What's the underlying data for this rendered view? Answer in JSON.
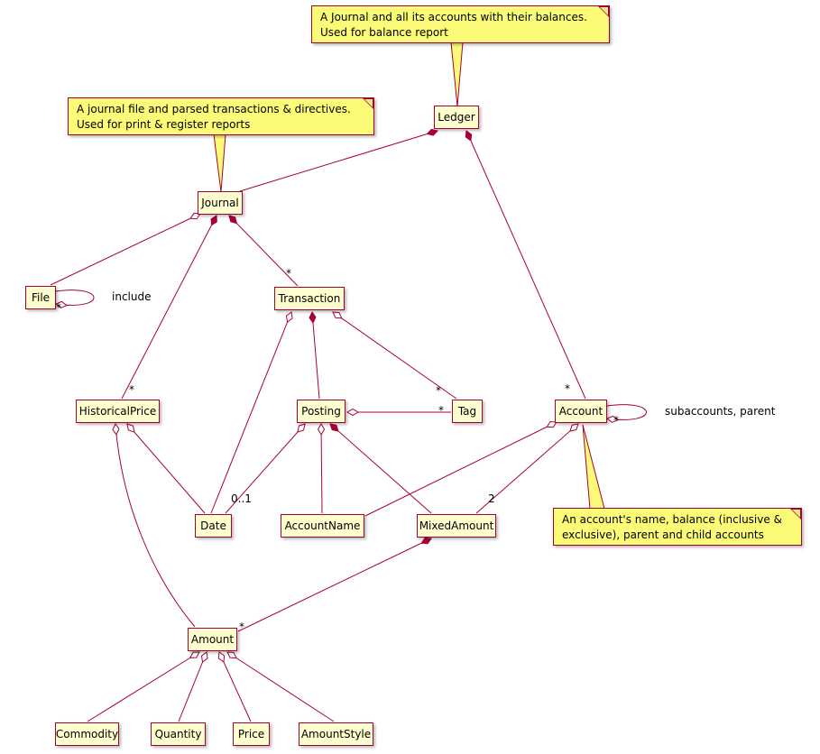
{
  "diagram": {
    "type": "uml-class-diagram",
    "colors": {
      "class_background": "#FEFECE",
      "note_background": "#FBFB77",
      "border_and_lines": "#A80036",
      "text": "#000000"
    },
    "classes": {
      "ledger": "Ledger",
      "journal": "Journal",
      "file": "File",
      "transaction": "Transaction",
      "historical_price": "HistoricalPrice",
      "posting": "Posting",
      "tag": "Tag",
      "account": "Account",
      "date": "Date",
      "account_name": "AccountName",
      "mixed_amount": "MixedAmount",
      "amount": "Amount",
      "commodity": "Commodity",
      "quantity": "Quantity",
      "price": "Price",
      "amount_style": "AmountStyle"
    },
    "notes": {
      "ledger": "A Journal and all its accounts with their balances.\nUsed for balance report",
      "journal": "A journal file and parsed transactions & directives.\nUsed for print & register reports",
      "account": "An account's name, balance (inclusive &\nexclusive), parent and child accounts"
    },
    "edge_labels": {
      "file_include": "include",
      "account_self": "subaccounts, parent"
    },
    "multiplicities": {
      "file_self": "*",
      "journal_transaction": "*",
      "journal_historical_price": "*",
      "transaction_tag": "*",
      "posting_tag": "*",
      "ledger_account": "*",
      "account_self": "*",
      "posting_date": "0..1",
      "account_mixed_amount": "2",
      "mixed_amount_amount": "*"
    }
  }
}
